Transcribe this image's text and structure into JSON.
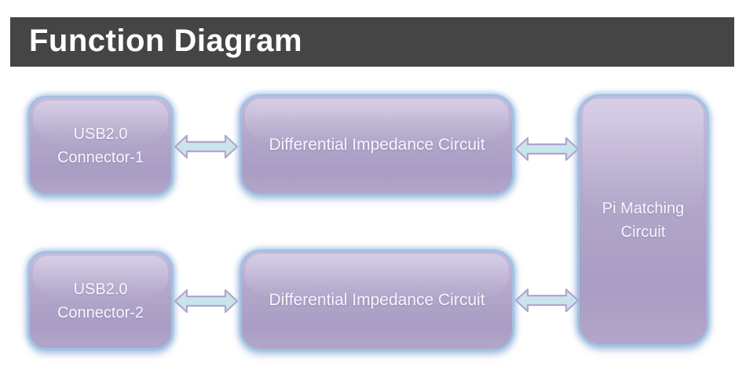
{
  "header": {
    "title": "Function Diagram"
  },
  "diagram": {
    "nodes": [
      {
        "id": "usb-connector-1",
        "label_lines": [
          "USB2.0",
          "Connector-1"
        ]
      },
      {
        "id": "differential-impedance-circuit-top",
        "label_lines": [
          "Differential Impedance Circuit"
        ]
      },
      {
        "id": "usb-connector-2",
        "label_lines": [
          "USB2.0",
          "Connector-2"
        ]
      },
      {
        "id": "differential-impedance-circuit-bottom",
        "label_lines": [
          "Differential Impedance Circuit"
        ]
      },
      {
        "id": "pi-matching-circuit",
        "label_lines": [
          "Pi Matching",
          "Circuit"
        ]
      }
    ],
    "edges": [
      {
        "from": "usb-connector-1",
        "to": "differential-impedance-circuit-top",
        "direction": "bidirectional"
      },
      {
        "from": "differential-impedance-circuit-top",
        "to": "pi-matching-circuit",
        "direction": "bidirectional"
      },
      {
        "from": "usb-connector-2",
        "to": "differential-impedance-circuit-bottom",
        "direction": "bidirectional"
      },
      {
        "from": "differential-impedance-circuit-bottom",
        "to": "pi-matching-circuit",
        "direction": "bidirectional"
      }
    ],
    "colors": {
      "header_bar": "#454545",
      "header_text": "#ffffff",
      "node_fill": "#b2a6ca",
      "node_fill_light": "#c7bbdc",
      "node_fill_dark": "#aa9dc4",
      "node_border": "#a2c2e2",
      "node_text": "#f7f5fb",
      "arrow_fill": "#c9e5ec",
      "arrow_stroke": "#b2a5cd",
      "background": "#ffffff"
    }
  }
}
